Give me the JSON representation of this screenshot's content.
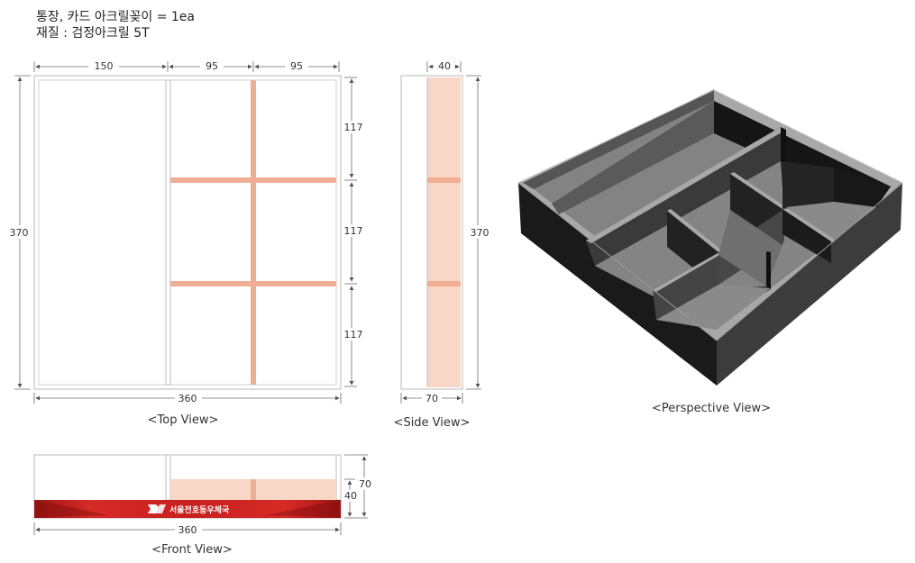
{
  "header": {
    "line1": "통장, 카드 아크릴꽂이 = 1ea",
    "line2": "재질 : 검정아크릴 5T"
  },
  "top_view": {
    "caption": "<Top View>",
    "width_segments": [
      "150",
      "95",
      "95"
    ],
    "total_width": "360",
    "height": "370",
    "row_heights": [
      "117",
      "117",
      "117"
    ]
  },
  "side_view": {
    "caption": "<Side View>",
    "top_width": "40",
    "bottom_width": "70",
    "height": "370"
  },
  "front_view": {
    "caption": "<Front View>",
    "total_width": "360",
    "height_total": "70",
    "height_front": "40",
    "banner_text": "서울전호동우체국"
  },
  "perspective_view": {
    "caption": "<Perspective View>"
  },
  "colors": {
    "partition": "#efae94",
    "partition_light": "#f8d7c6",
    "banner_red": "#c8201f",
    "acrylic_dark": "#2d2d2d",
    "acrylic_floor": "#7e7e7e"
  }
}
